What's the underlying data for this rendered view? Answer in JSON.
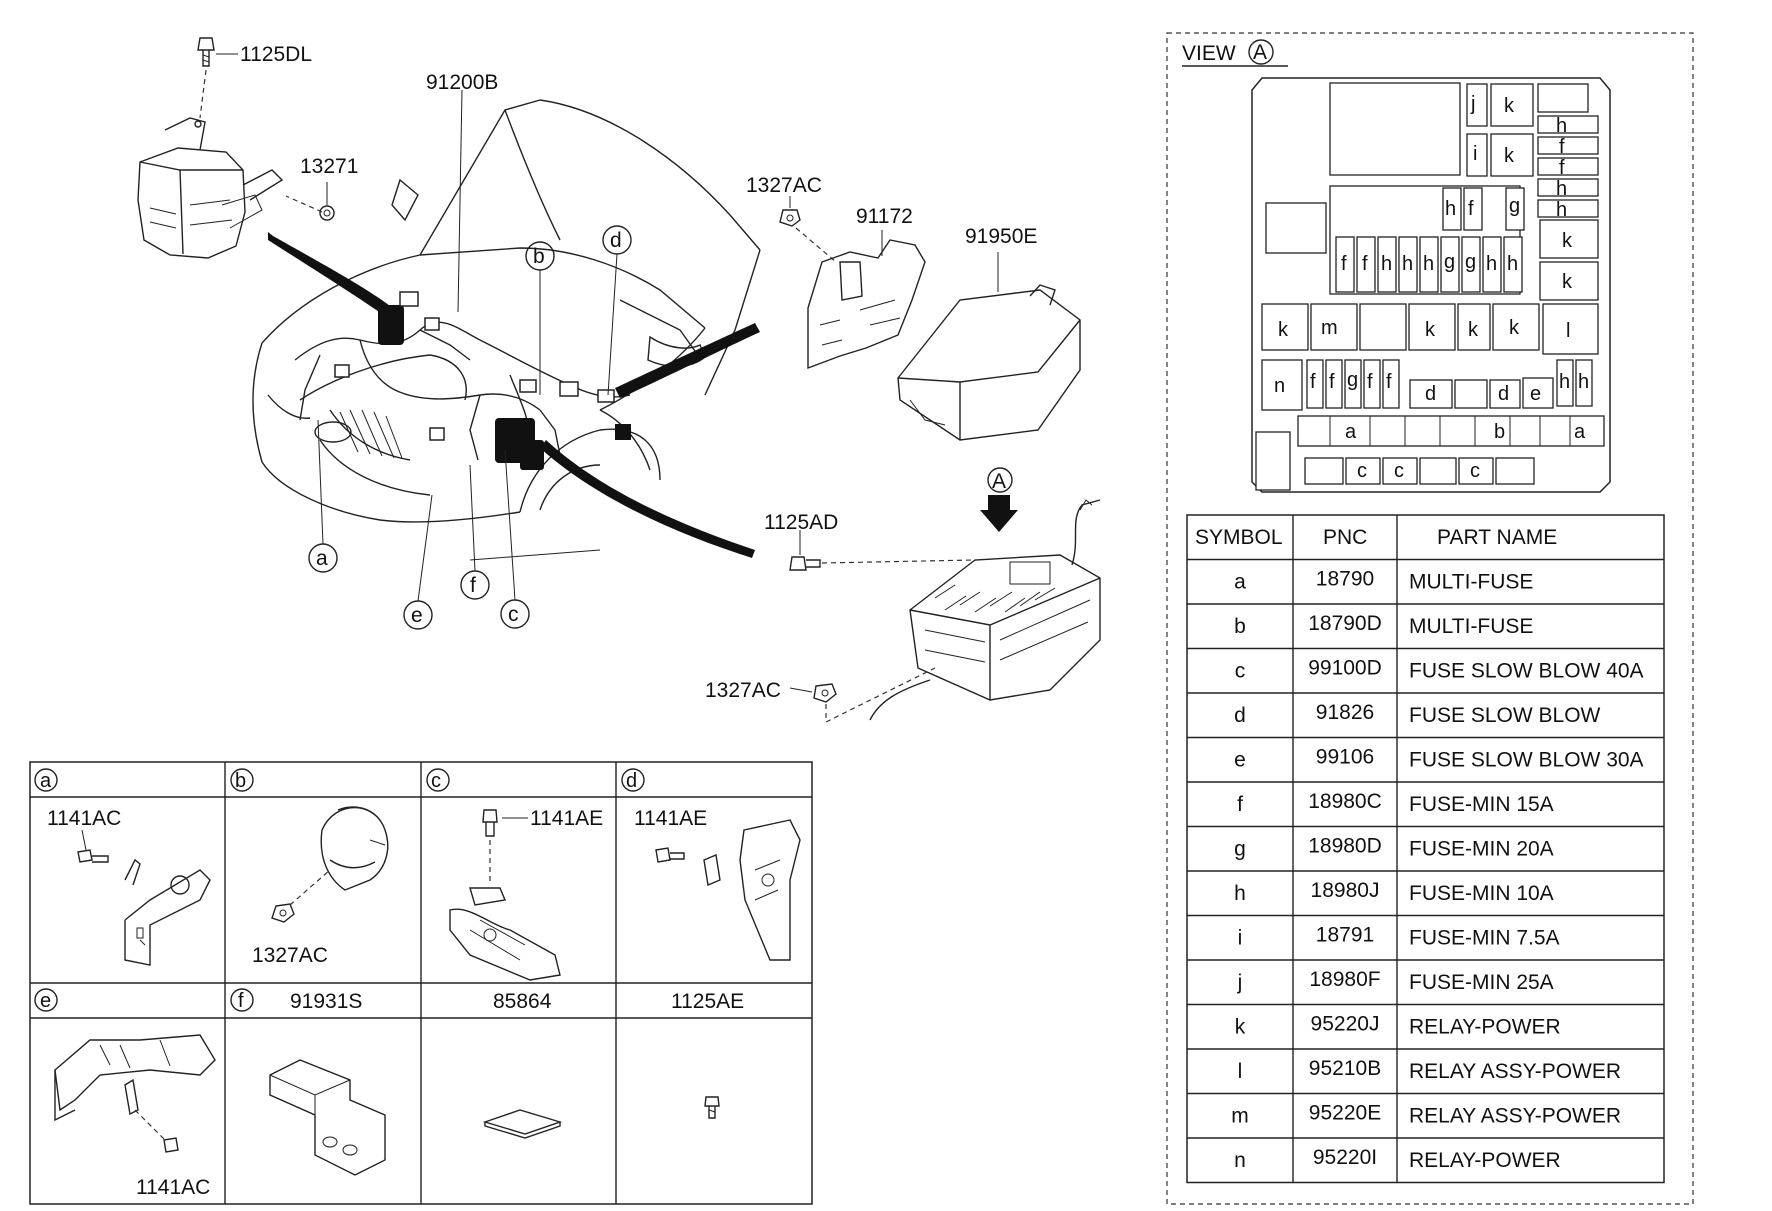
{
  "main_labels": {
    "l_1125DL": "1125DL",
    "l_91200B": "91200B",
    "l_13271": "13271",
    "l_1327AC_top": "1327AC",
    "l_91172": "91172",
    "l_91950E": "91950E",
    "l_1125AD": "1125AD",
    "l_1327AC_bottom": "1327AC",
    "arrow_A": "A"
  },
  "callouts": [
    "a",
    "b",
    "c",
    "d",
    "e",
    "f"
  ],
  "detail_grid": {
    "cells": [
      {
        "letter": "a",
        "parts": [
          "1141AC"
        ]
      },
      {
        "letter": "b",
        "parts": [
          "1327AC"
        ]
      },
      {
        "letter": "c",
        "parts": [
          "1141AE"
        ]
      },
      {
        "letter": "d",
        "parts": [
          "1141AE"
        ]
      },
      {
        "letter": "e",
        "parts": [
          "1141AC"
        ]
      },
      {
        "letter": "f",
        "parts": [
          "91931S"
        ]
      },
      {
        "letter": "",
        "parts": [
          "85864"
        ]
      },
      {
        "letter": "",
        "parts": [
          "1125AE"
        ]
      }
    ]
  },
  "view": {
    "title": "VIEW",
    "circle": "A",
    "fuse_layout": [
      "j",
      "k",
      "i",
      "k",
      "h",
      "f",
      "f",
      "h",
      "h",
      "h",
      "f",
      "g",
      "f",
      "f",
      "h",
      "h",
      "h",
      "g",
      "g",
      "h",
      "h",
      "k",
      "k",
      "k",
      "m",
      "k",
      "k",
      "k",
      "l",
      "n",
      "f",
      "f",
      "g",
      "f",
      "f",
      "d",
      "d",
      "e",
      "h",
      "h",
      "a",
      "b",
      "a",
      "c",
      "c",
      "c"
    ]
  },
  "legend_table": {
    "headers": [
      "SYMBOL",
      "PNC",
      "PART NAME"
    ],
    "rows": [
      {
        "symbol": "a",
        "pnc": "18790",
        "name": "MULTI-FUSE"
      },
      {
        "symbol": "b",
        "pnc": "18790D",
        "name": "MULTI-FUSE"
      },
      {
        "symbol": "c",
        "pnc": "99100D",
        "name": "FUSE SLOW BLOW 40A"
      },
      {
        "symbol": "d",
        "pnc": "91826",
        "name": "FUSE SLOW BLOW"
      },
      {
        "symbol": "e",
        "pnc": "99106",
        "name": "FUSE SLOW BLOW 30A"
      },
      {
        "symbol": "f",
        "pnc": "18980C",
        "name": "FUSE-MIN 15A"
      },
      {
        "symbol": "g",
        "pnc": "18980D",
        "name": "FUSE-MIN 20A"
      },
      {
        "symbol": "h",
        "pnc": "18980J",
        "name": "FUSE-MIN 10A"
      },
      {
        "symbol": "i",
        "pnc": "18791",
        "name": "FUSE-MIN 7.5A"
      },
      {
        "symbol": "j",
        "pnc": "18980F",
        "name": "FUSE-MIN 25A"
      },
      {
        "symbol": "k",
        "pnc": "95220J",
        "name": "RELAY-POWER"
      },
      {
        "symbol": "l",
        "pnc": "95210B",
        "name": "RELAY ASSY-POWER"
      },
      {
        "symbol": "m",
        "pnc": "95220E",
        "name": "RELAY ASSY-POWER"
      },
      {
        "symbol": "n",
        "pnc": "95220I",
        "name": "RELAY-POWER"
      }
    ]
  }
}
